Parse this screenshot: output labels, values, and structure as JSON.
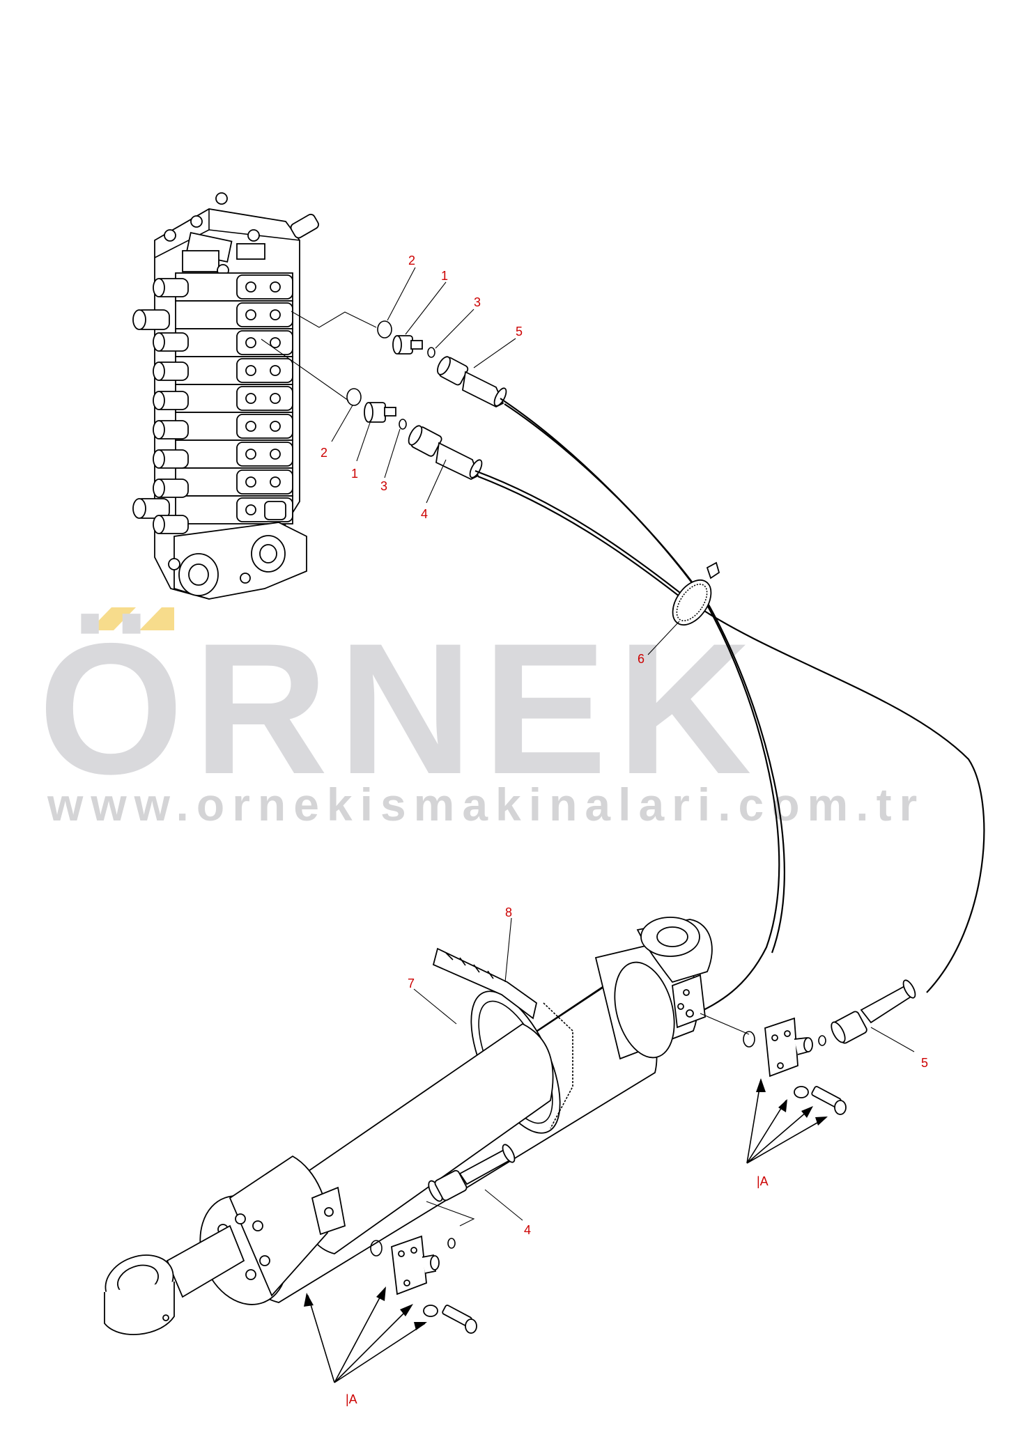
{
  "watermark": {
    "brand": "ÖRNEK",
    "url": "www.ornekismakinalari.com.tr",
    "brand_color": "#d9d9dc",
    "url_color": "#d4d4d6",
    "accent_color": "#f7dc8c"
  },
  "callouts": {
    "color": "#cc0000",
    "top_fitting_set": {
      "oring": "2",
      "adapter": "1",
      "small_oring": "3",
      "hose_end": "5"
    },
    "lower_fitting_set": {
      "oring": "2",
      "adapter": "1",
      "small_oring": "3",
      "hose_end": "4"
    },
    "clamp": "6",
    "band": "7",
    "strap": "8",
    "cylinder_rod_hose": "5",
    "cylinder_head_hose": "4",
    "view_rod_side": "|A",
    "view_head_side": "|A"
  }
}
